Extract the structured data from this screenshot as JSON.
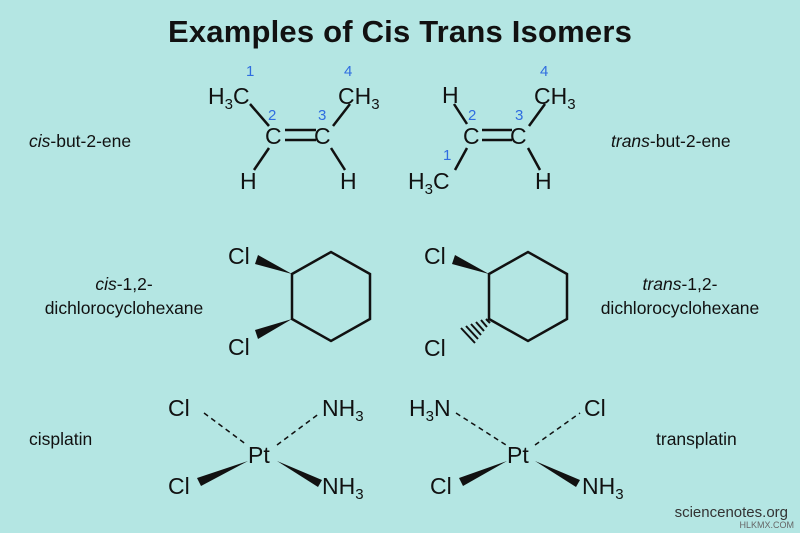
{
  "title": "Examples of Cis Trans Isomers",
  "labels": {
    "cis_butene_prefix": "cis",
    "cis_butene_rest": "-but-2-ene",
    "trans_butene_prefix": "trans",
    "trans_butene_rest": "-but-2-ene",
    "cis_dichloro_prefix": "cis",
    "cis_dichloro_rest": "-1,2-",
    "cis_dichloro_line2": "dichlorocyclohexane",
    "trans_dichloro_prefix": "trans",
    "trans_dichloro_rest": "-1,2-",
    "trans_dichloro_line2": "dichlorocyclohexane",
    "cisplatin": "cisplatin",
    "transplatin": "transplatin"
  },
  "atoms": {
    "H": "H",
    "C": "C",
    "Cl": "Cl",
    "Pt": "Pt",
    "N": "N",
    "sub3": "3",
    "num1": "1",
    "num2": "2",
    "num3": "3",
    "num4": "4"
  },
  "footer": "sciencenotes.org",
  "watermark": "HLKMX.COM",
  "colors": {
    "background": "#b4e6e3",
    "numbering": "#2f6de0",
    "ink": "#111111"
  }
}
